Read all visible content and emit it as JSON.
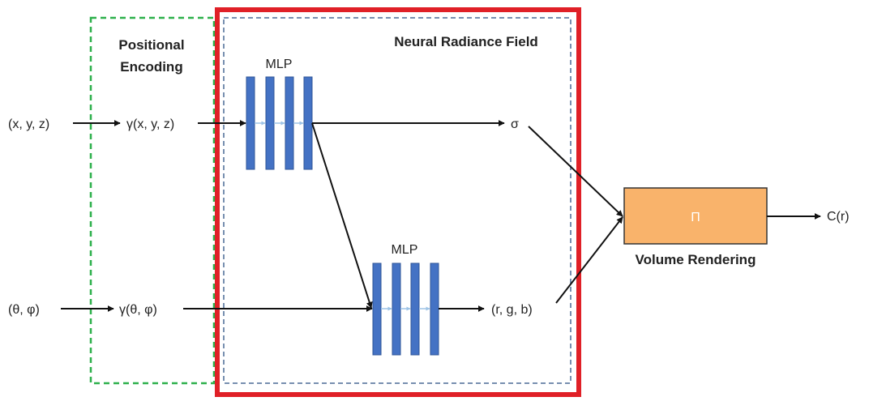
{
  "labels": {
    "positional_encoding": [
      "Positional",
      "Encoding"
    ],
    "neural_radiance_field": "Neural Radiance Field",
    "mlp_top": "MLP",
    "mlp_bottom": "MLP",
    "input_xyz": "(x, y, z)",
    "gamma_xyz": "γ(x, y, z)",
    "input_dir": "(θ, φ)",
    "gamma_dir": "γ(θ, φ)",
    "sigma": "σ",
    "rgb": "(r, g, b)",
    "product_symbol": "Π",
    "volume_rendering": "Volume Rendering",
    "output": "C(r)"
  },
  "colors": {
    "positional_border": "#2db04b",
    "nerf_dashed_border": "#4a6a96",
    "highlight_border": "#e02027",
    "mlp_bar": "#4472c4",
    "mlp_bar_stroke": "#2f5597",
    "mlp_inner_arrow": "#9dc3e6",
    "render_box_fill": "#f9b36b",
    "render_box_stroke": "#333333",
    "arrow": "#111111"
  }
}
